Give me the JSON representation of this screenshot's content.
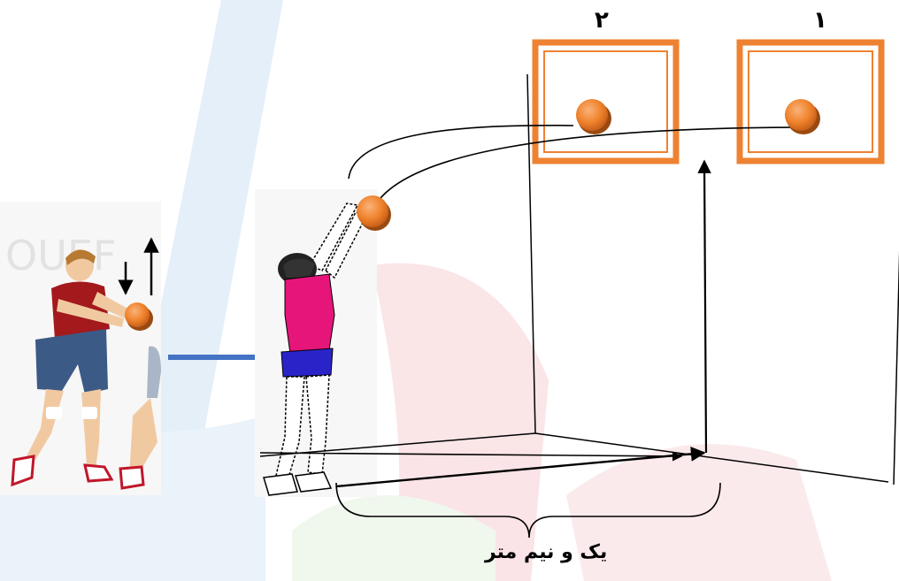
{
  "labels": {
    "target_1": "۱",
    "target_2": "۲",
    "distance": "یک و نیم متر"
  },
  "colors": {
    "target_frame": "#ee8232",
    "ball": "#f0832c",
    "ball_highlight": "#f9b27a",
    "ball_shadow": "#9a4a10",
    "flow_arrow": "#4472c4",
    "player_shirt_pink": "#e6157a",
    "player_shorts_blue": "#2a24c8",
    "player_shirt_red": "#a3191c",
    "player_shorts_navy": "#3c5a86",
    "watermark_blue": "#cfe2f4",
    "watermark_red": "#f6cfd4",
    "watermark_green": "#e4f1df"
  },
  "icons": {
    "ball": "volleyball-icon",
    "player_left": "bumping-player-figure",
    "player_right": "setting-player-figure"
  }
}
